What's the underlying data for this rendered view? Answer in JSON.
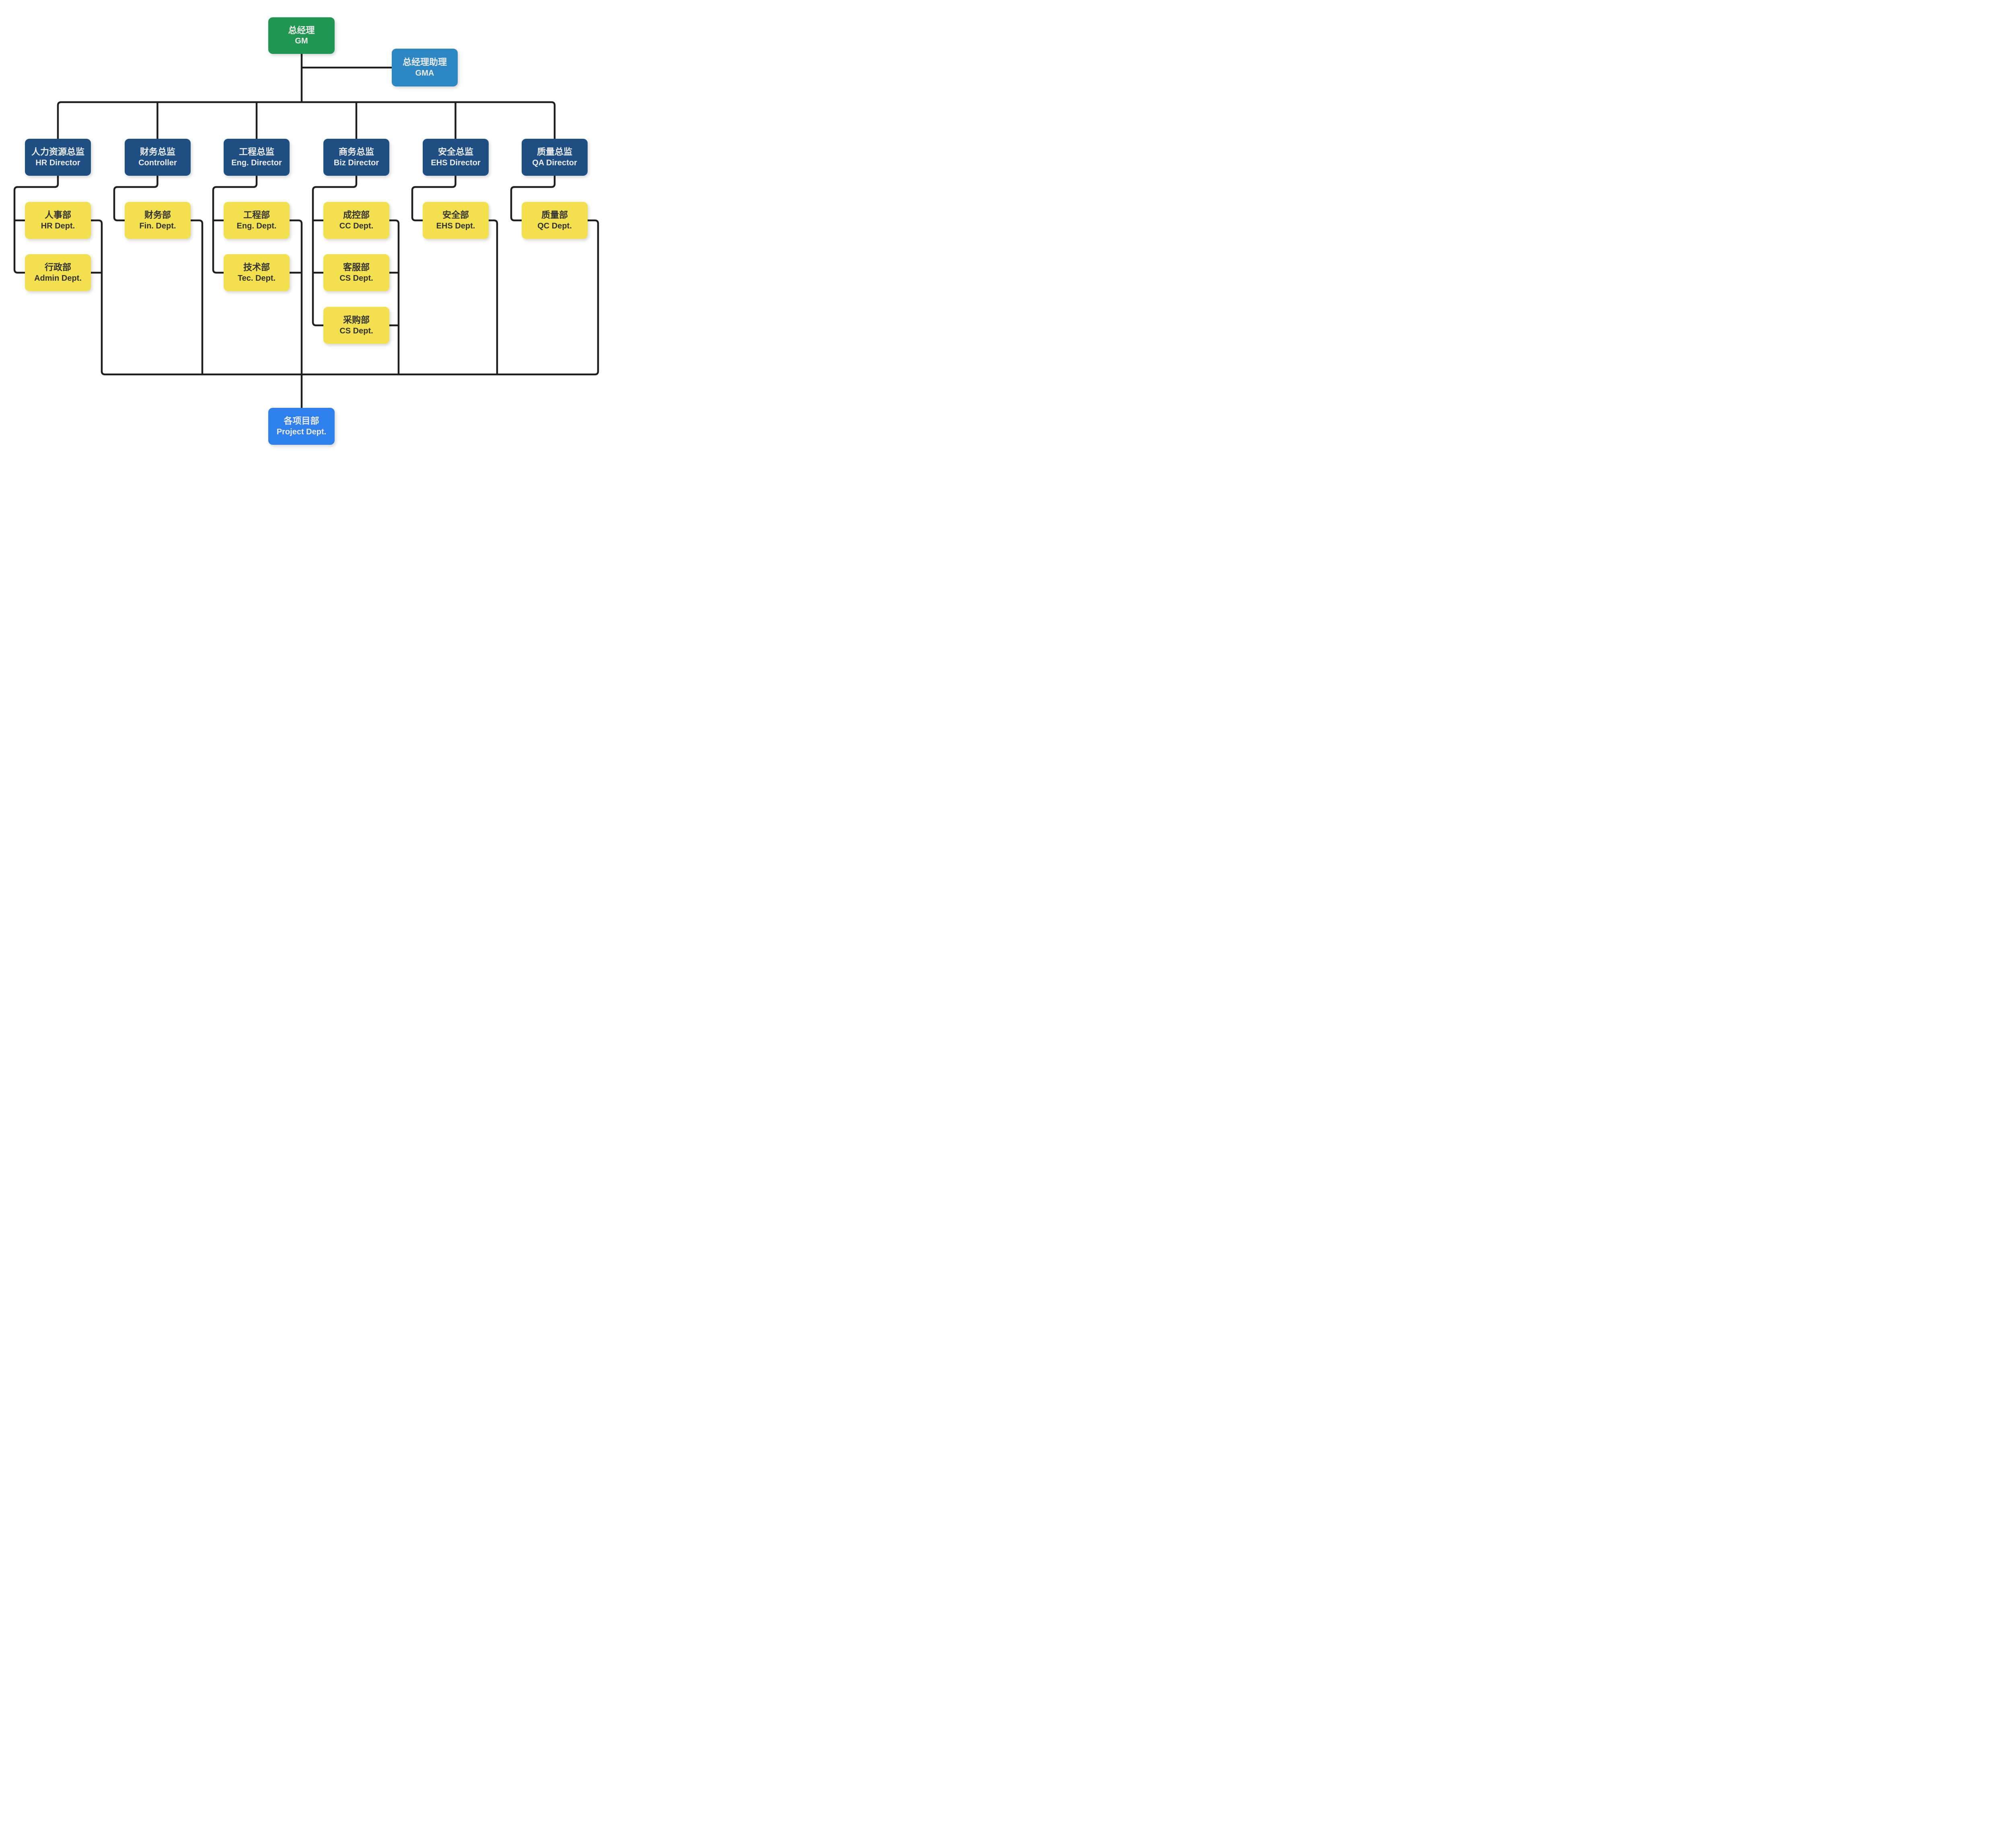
{
  "palette": {
    "green": "#219653",
    "light_blue": "#2D87C3",
    "navy": "#1F4E82",
    "yellow": "#F2E04E",
    "blue": "#2F80ED",
    "connector": "#1E1E1E",
    "text_light": "#EBEBEB",
    "text_dark": "#333333",
    "background": "#FFFFFF"
  },
  "nodes": {
    "gm": {
      "zh": "总经理",
      "en": "GM"
    },
    "gma": {
      "zh": "总经理助理",
      "en": "GMA"
    },
    "hr_director": {
      "zh": "人力资源总监",
      "en": "HR Director"
    },
    "controller": {
      "zh": "财务总监",
      "en": "Controller"
    },
    "eng_director": {
      "zh": "工程总监",
      "en": "Eng. Director"
    },
    "biz_director": {
      "zh": "商务总监",
      "en": "Biz Director"
    },
    "ehs_director": {
      "zh": "安全总监",
      "en": "EHS Director"
    },
    "qa_director": {
      "zh": "质量总监",
      "en": "QA Director"
    },
    "hr_dept": {
      "zh": "人事部",
      "en": "HR Dept."
    },
    "admin_dept": {
      "zh": "行政部",
      "en": "Admin Dept."
    },
    "fin_dept": {
      "zh": "财务部",
      "en": "Fin. Dept."
    },
    "eng_dept": {
      "zh": "工程部",
      "en": "Eng. Dept."
    },
    "tec_dept": {
      "zh": "技术部",
      "en": "Tec. Dept."
    },
    "cc_dept": {
      "zh": "成控部",
      "en": "CC Dept."
    },
    "cs_dept": {
      "zh": "客服部",
      "en": "CS Dept."
    },
    "purchasing_dept": {
      "zh": "采购部",
      "en": "CS Dept."
    },
    "ehs_dept": {
      "zh": "安全部",
      "en": "EHS Dept."
    },
    "qc_dept": {
      "zh": "质量部",
      "en": "QC Dept."
    },
    "project_dept": {
      "zh": "各项目部",
      "en": "Project Dept."
    }
  }
}
